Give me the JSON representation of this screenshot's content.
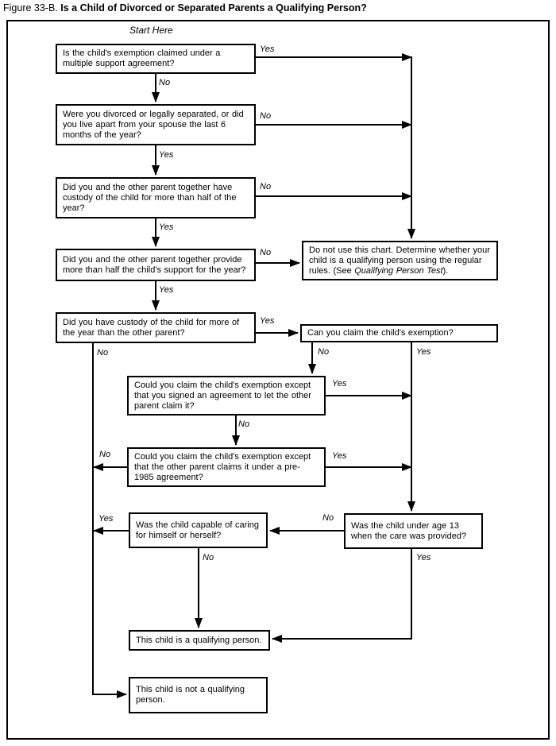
{
  "title": {
    "figure": "Figure 33-B.",
    "heading": "Is a Child of Divorced or Separated Parents a Qualifying Person?"
  },
  "start_label": "Start Here",
  "nodes": {
    "q1": "Is the child's exemption claimed under a multiple support agreement?",
    "q2": "Were you divorced or legally separated, or did you live apart from your spouse the last 6 months of the year?",
    "q3": "Did you and the other parent together have custody of the child for more than half of the year?",
    "q4": "Did you and the other parent together provide more than half the child's support for the year?",
    "q5": "Did you have custody of the child for more of the year than the other parent?",
    "do_not_use": {
      "before": "Do not use this chart. Determine whether your child is a qualifying person using the regular rules. (See ",
      "italic": "Qualifying Person Test",
      "after": ")."
    },
    "claim": "Can you claim the child's exemption?",
    "q6": "Could you claim the child's exemption except that you signed an agreement to let the other parent claim it?",
    "q7": "Could you claim the child's exemption except that the other parent claims it under a pre-1985 agreement?",
    "q8": "Was the child under age 13 when the care was provided?",
    "q9": "Was the child capable of caring for himself or herself?",
    "qualifying": "This child is a qualifying person.",
    "not_qualifying": "This child is not a qualifying person."
  },
  "labels": {
    "yes": "Yes",
    "no": "No"
  }
}
